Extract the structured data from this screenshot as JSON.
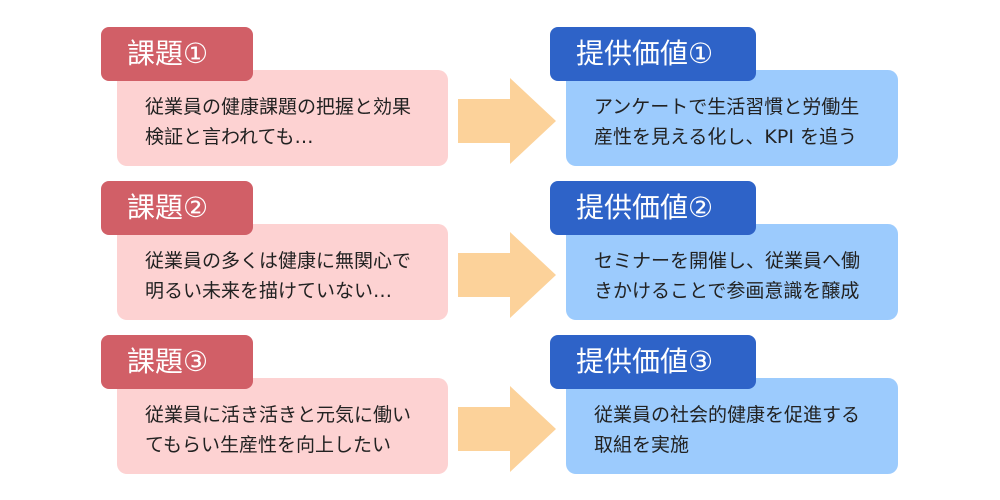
{
  "colors": {
    "issue_label_bg": "#d15f67",
    "issue_body_bg": "#fdd2d2",
    "value_label_bg": "#2e63c8",
    "value_body_bg": "#9ccbfd",
    "arrow": "#fcd29a"
  },
  "rows": [
    {
      "issue": {
        "label": "課題①",
        "text": "従業員の健康課題の把握と効果\n検証と言われても…"
      },
      "value": {
        "label": "提供価値①",
        "text": "アンケートで生活習慣と労働生\n産性を見える化し、KPI を追う"
      }
    },
    {
      "issue": {
        "label": "課題②",
        "text": "従業員の多くは健康に無関心で\n明るい未来を描けていない…"
      },
      "value": {
        "label": "提供価値②",
        "text": "セミナーを開催し、従業員へ働\nきかけることで参画意識を醸成"
      }
    },
    {
      "issue": {
        "label": "課題③",
        "text": "従業員に活き活きと元気に働い\nてもらい生産性を向上したい"
      },
      "value": {
        "label": "提供価値③",
        "text": "従業員の社会的健康を促進する\n取組を実施"
      }
    }
  ]
}
